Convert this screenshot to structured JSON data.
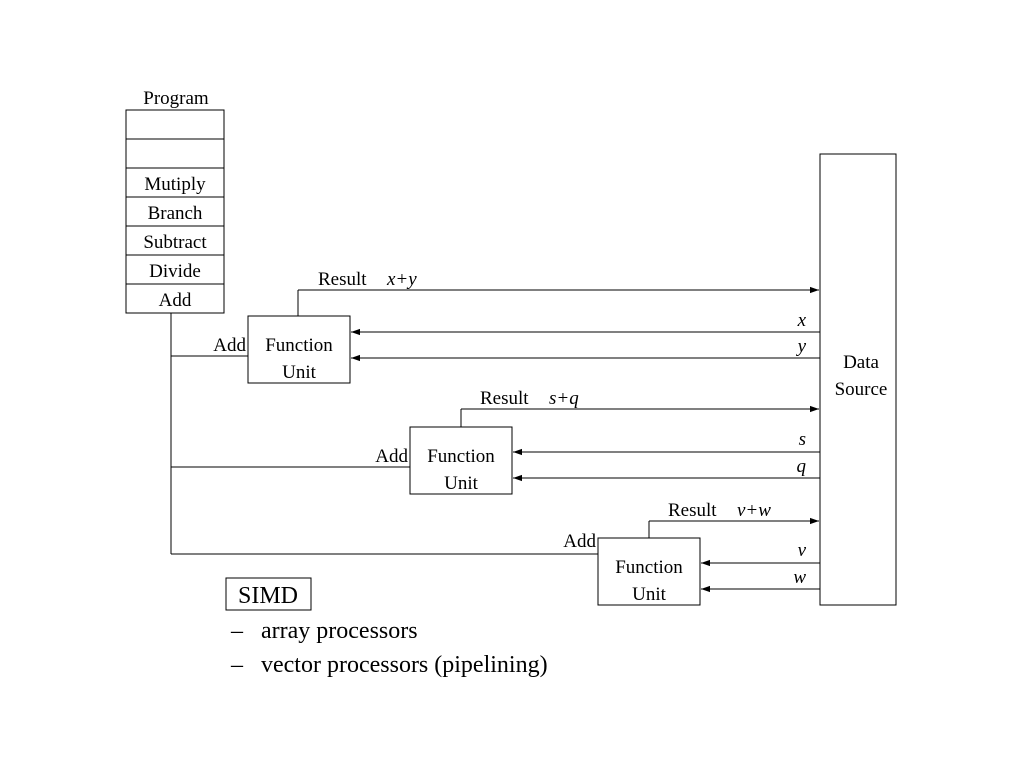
{
  "program": {
    "title": "Program",
    "slots": [
      "",
      "",
      "Mutiply",
      "Branch",
      "Subtract",
      "Divide",
      "Add"
    ]
  },
  "data_source": {
    "line1": "Data",
    "line2": "Source"
  },
  "units": [
    {
      "op": "Add",
      "name_line1": "Function",
      "name_line2": "Unit",
      "result_label": "Result",
      "result_expr": "x+y",
      "in1": "x",
      "in2": "y"
    },
    {
      "op": "Add",
      "name_line1": "Function",
      "name_line2": "Unit",
      "result_label": "Result",
      "result_expr": "s+q",
      "in1": "s",
      "in2": "q"
    },
    {
      "op": "Add",
      "name_line1": "Function",
      "name_line2": "Unit",
      "result_label": "Result",
      "result_expr": "v+w",
      "in1": "v",
      "in2": "w"
    }
  ],
  "notes": {
    "heading": "SIMD",
    "bullets": [
      "array processors",
      "vector processors (pipelining)"
    ],
    "bullet_marker": "–"
  }
}
